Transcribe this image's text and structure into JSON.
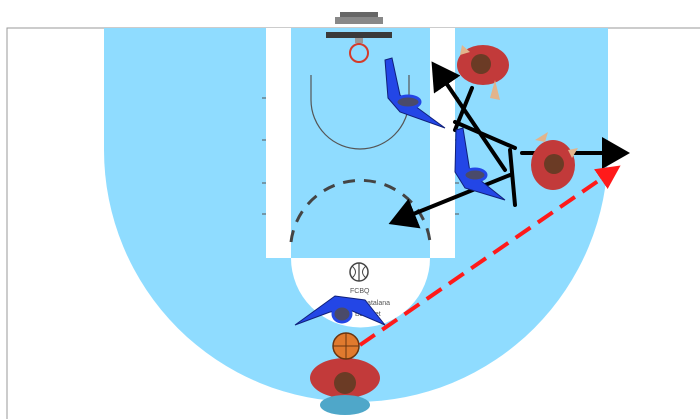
{
  "logo": {
    "org_line1": "FCBQ",
    "org_line2": "Catalana",
    "org_line3": "Basquet"
  },
  "colors": {
    "court_fill": "#8fdcff",
    "paint_inner": "#ffffff",
    "court_lines": "#9a9a9a",
    "defender_blue": "#2346e6",
    "jersey_red": "#c23a3a",
    "pass_arrow": "#ff1a1a",
    "move_arrow": "#000000"
  },
  "icons": [
    "basketball-hoop-icon",
    "basketball-icon",
    "federation-logo-icon"
  ]
}
